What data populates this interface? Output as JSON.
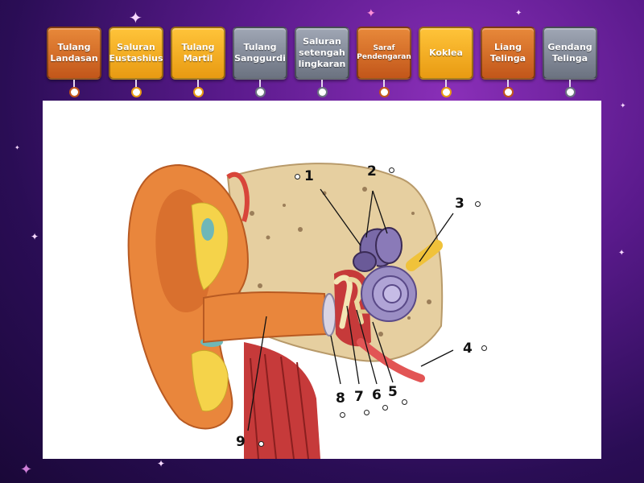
{
  "labels": [
    {
      "text": "Tulang Landasan",
      "style": "orange"
    },
    {
      "text": "Saluran Eustashius",
      "style": "yellow"
    },
    {
      "text": "Tulang Martil",
      "style": "yellow"
    },
    {
      "text": "Tulang Sanggurdi",
      "style": "gray"
    },
    {
      "text": "Saluran setengah lingkaran",
      "style": "gray"
    },
    {
      "text": "Saraf Pendengaran",
      "style": "orange"
    },
    {
      "text": "Koklea",
      "style": "yellow"
    },
    {
      "text": "Liang Telinga",
      "style": "orange"
    },
    {
      "text": "Gendang Telinga",
      "style": "gray"
    }
  ],
  "numbers": [
    "1",
    "2",
    "3",
    "4",
    "5",
    "6",
    "7",
    "8",
    "9"
  ],
  "colors": {
    "orange_tag": "#c2561a",
    "yellow_tag": "#e89a12",
    "gray_tag": "#6b7280",
    "skin": "#e9863c",
    "cochlea": "#9b8ec4",
    "bone": "#e6cfa0"
  }
}
